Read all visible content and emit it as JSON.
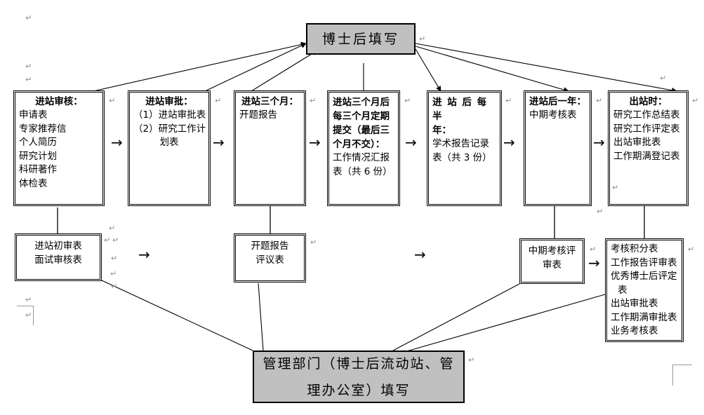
{
  "page": {
    "title": "博士后材料填写流程图",
    "background": "#ffffff",
    "shade_color": "#c0c0c0",
    "line_color": "#000000",
    "pilcrow": "↵"
  },
  "roles": {
    "top": {
      "label": "博士后填写",
      "name": "postdoc-fills-box"
    },
    "bottom": {
      "line1": "管理部门（博士后流动站、管",
      "line2": "理办公室）填写",
      "name": "admin-department-fills-box"
    }
  },
  "stages": [
    {
      "id": "stage-entry-review",
      "title": "进站审核：",
      "items": [
        "申请表",
        "专家推荐信",
        "个人简历",
        "研究计划",
        "科研著作",
        "体检表"
      ]
    },
    {
      "id": "stage-entry-approval",
      "title": "进站审批：",
      "items": [
        "（1）进站审批表",
        "（2）研究工作计",
        "划表"
      ]
    },
    {
      "id": "stage-three-months",
      "title": "进站三个月：",
      "items": [
        "开题报告"
      ]
    },
    {
      "id": "stage-quarterly-report",
      "title_lines": [
        "进站三个月后",
        "每三个月定期",
        "提交（最后三",
        "个月不交）："
      ],
      "items": [
        "工作情况汇报",
        "表（共 6 份）"
      ]
    },
    {
      "id": "stage-semiannual",
      "title_lines": [
        "进 站 后 每 半",
        "年："
      ],
      "items": [
        "学术报告记录",
        "表（共 3 份）"
      ]
    },
    {
      "id": "stage-one-year",
      "title": "进站后一年：",
      "items": [
        "中期考核表"
      ]
    },
    {
      "id": "stage-exit",
      "title": "出站时：",
      "items": [
        "研究工作总结表",
        "研究工作评定表",
        "出站审批表",
        "工作期满登记表"
      ]
    }
  ],
  "admin_boxes": [
    {
      "id": "admin-entry-forms",
      "items": [
        "进站初审表",
        "面试审核表"
      ]
    },
    {
      "id": "admin-proposal-review",
      "items": [
        "开题报告",
        "评议表"
      ]
    },
    {
      "id": "admin-midterm-review",
      "items": [
        "中期考核评",
        "审表"
      ]
    },
    {
      "id": "admin-exit-forms",
      "items": [
        "考核积分表",
        "工作报告评审表",
        "优秀博士后评定",
        "表",
        "出站审批表",
        "工作期满审批表",
        "业务考核表"
      ]
    }
  ],
  "arrows": {
    "flow_arrow": "→",
    "count_top_row": 6,
    "count_bottom_row": 2
  }
}
